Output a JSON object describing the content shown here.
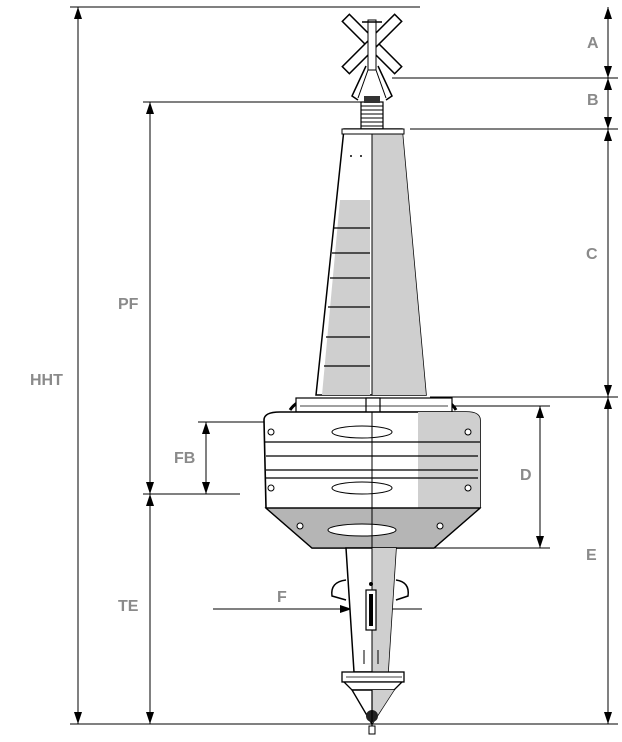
{
  "dimension_labels": {
    "A": "A",
    "B": "B",
    "C": "C",
    "D": "D",
    "E": "E",
    "F": "F",
    "PF": "PF",
    "FB": "FB",
    "TE": "TE",
    "HHT": "HHT"
  },
  "colors": {
    "line": "#000000",
    "body_light": "#ffffff",
    "body_shade": "#c9c9c9",
    "body_dark": "#9a9a9a",
    "label": "#8a8a8a"
  }
}
